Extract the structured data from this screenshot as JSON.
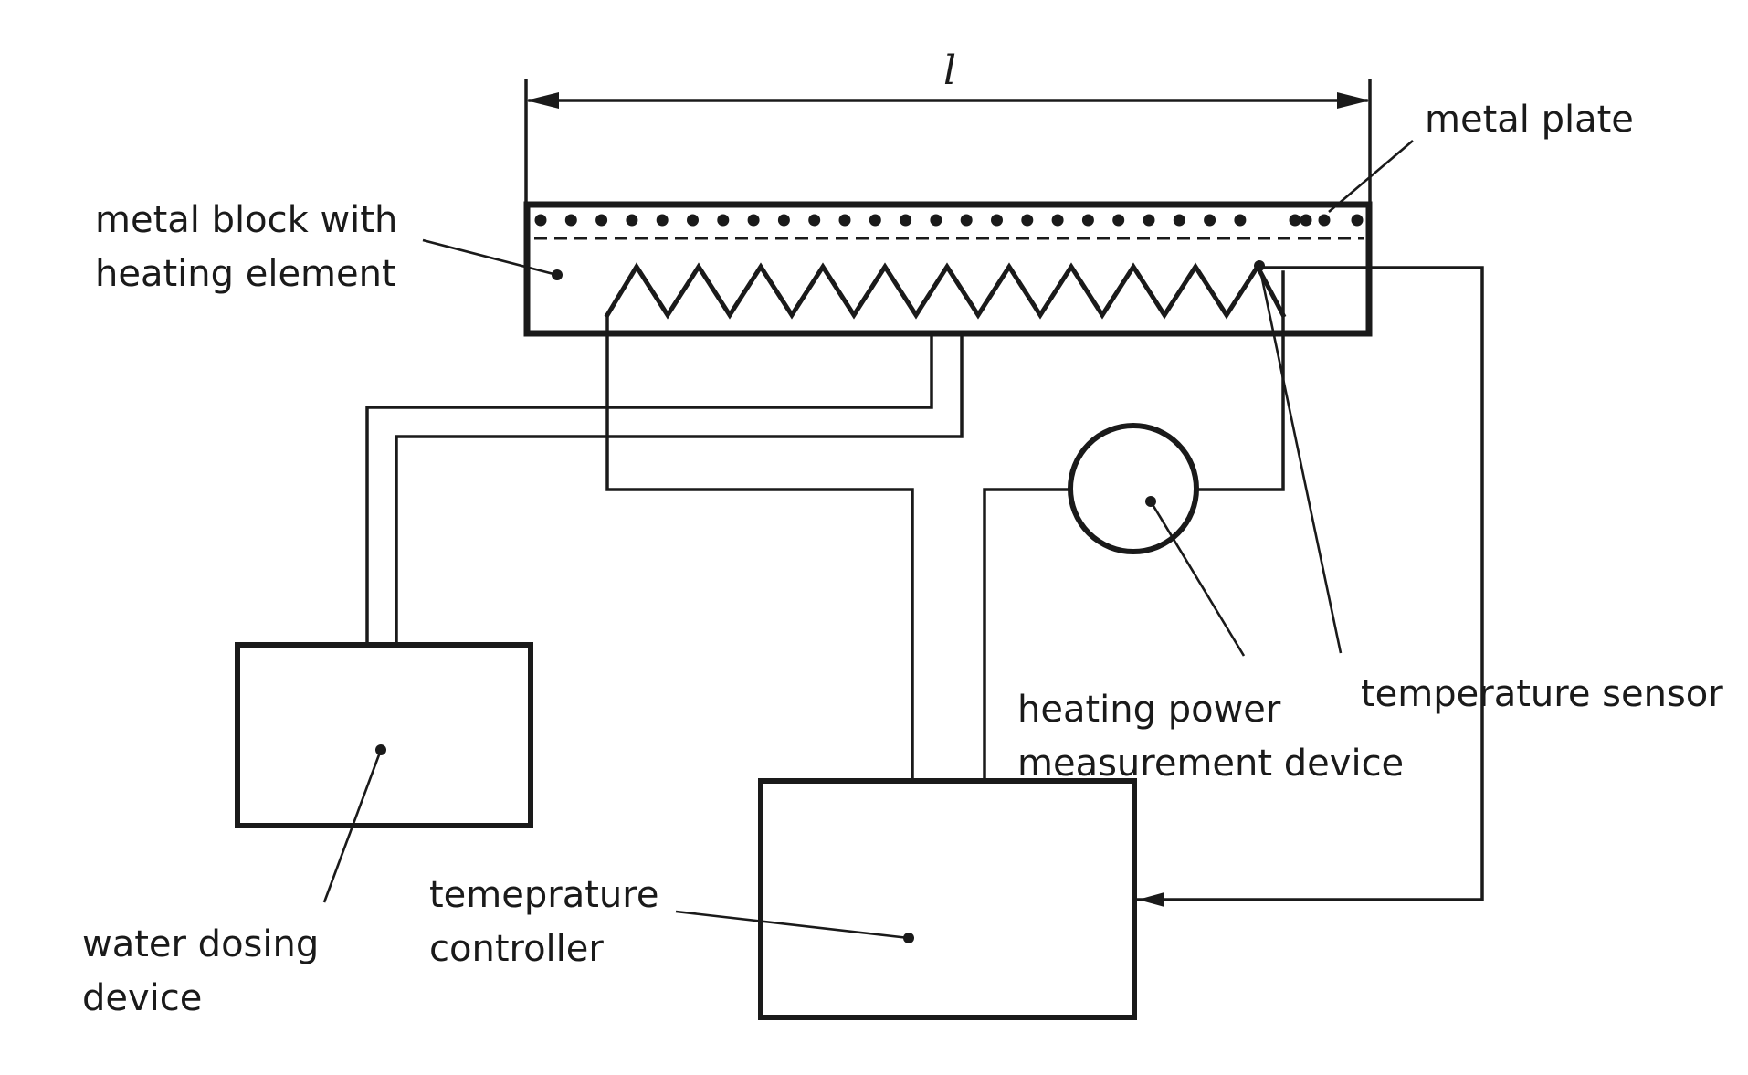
{
  "dimension": {
    "symbol": "l"
  },
  "labels": {
    "metal_plate": "metal plate",
    "metal_block": [
      "metal block with",
      "heating element"
    ],
    "temperature_sensor": "temperature sensor",
    "heating_power_device": [
      "heating power",
      "measurement device"
    ],
    "water_dosing_device": [
      "water dosing",
      "device"
    ],
    "temperature_controller": [
      "temeprature",
      "controller"
    ]
  }
}
